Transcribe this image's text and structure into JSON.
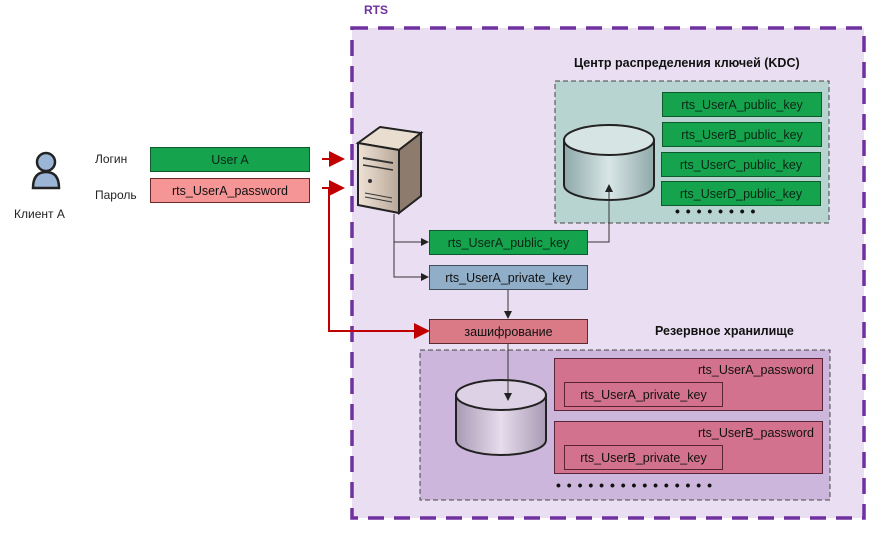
{
  "client": {
    "label": "Клиент А",
    "login_label": "Логин",
    "password_label": "Пароль",
    "login_value": "User A",
    "password_value": "rts_UserA_password"
  },
  "rts": {
    "label": "RTS",
    "server_icon": "server-icon",
    "public_key": "rts_UserA_public_key",
    "private_key": "rts_UserA_private_key",
    "encryption": "зашифрование"
  },
  "kdc": {
    "title": "Центр распределения ключей (KDC)",
    "keys": [
      "rts_UserA_public_key",
      "rts_UserB_public_key",
      "rts_UserC_public_key",
      "rts_UserD_public_key"
    ],
    "more": "• • • • • • • •"
  },
  "backup": {
    "title": "Резервное хранилище",
    "entries": [
      {
        "password": "rts_UserA_password",
        "private_key": "rts_UserA_private_key"
      },
      {
        "password": "rts_UserB_password",
        "private_key": "rts_UserB_private_key"
      }
    ],
    "more": "• • • • • • • • • • • • • • •"
  },
  "colors": {
    "rts_border": "#7030a0",
    "rts_fill": "#eadff2",
    "kdc_fill": "#b8d4d0",
    "backup_fill": "#cdb6dc",
    "arrow_red": "#c00000"
  }
}
